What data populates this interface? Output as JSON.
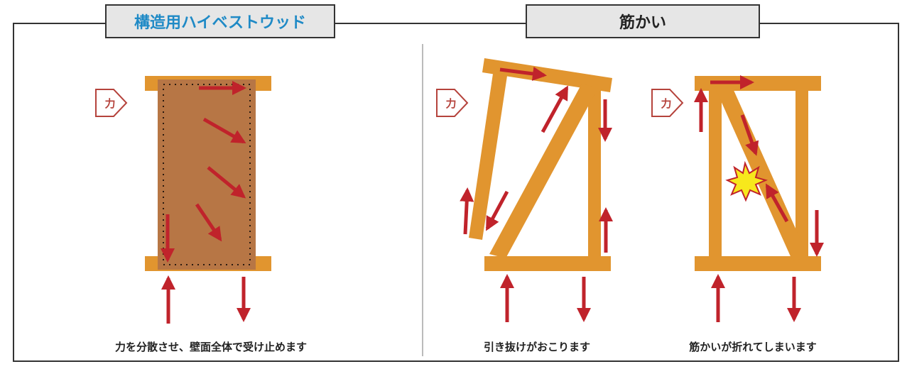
{
  "headers": {
    "left": "構造用ハイベストウッド",
    "right": "筋かい"
  },
  "captions": {
    "plywood": "力を分散させ、壁面全体で受け止めます",
    "brace_pullout": "引き抜けがおこります",
    "brace_break": "筋かいが折れてしまいます"
  },
  "force_label": "力",
  "colors": {
    "header_left_text": "#1f8ac6",
    "header_bg": "#e6e6e6",
    "timber": "#e1952f",
    "panel": "#b77645",
    "arrow": "#c0232b",
    "force_box": "#b5433c",
    "burst": "#f7e81c"
  }
}
